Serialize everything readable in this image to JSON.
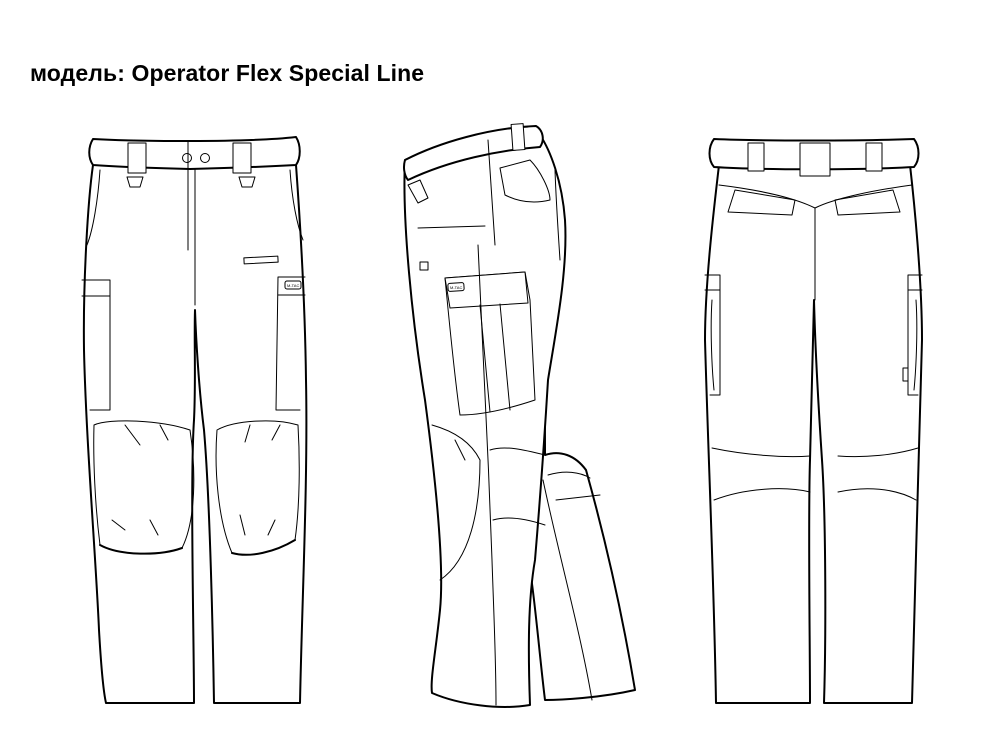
{
  "header": {
    "title": "модель: Operator Flex Special Line"
  },
  "views": [
    {
      "id": "front",
      "icon": "front-view-pants-illustration"
    },
    {
      "id": "side",
      "icon": "side-view-pants-illustration"
    },
    {
      "id": "back",
      "icon": "back-view-pants-illustration"
    }
  ],
  "pocket_logo": "M-TAC"
}
